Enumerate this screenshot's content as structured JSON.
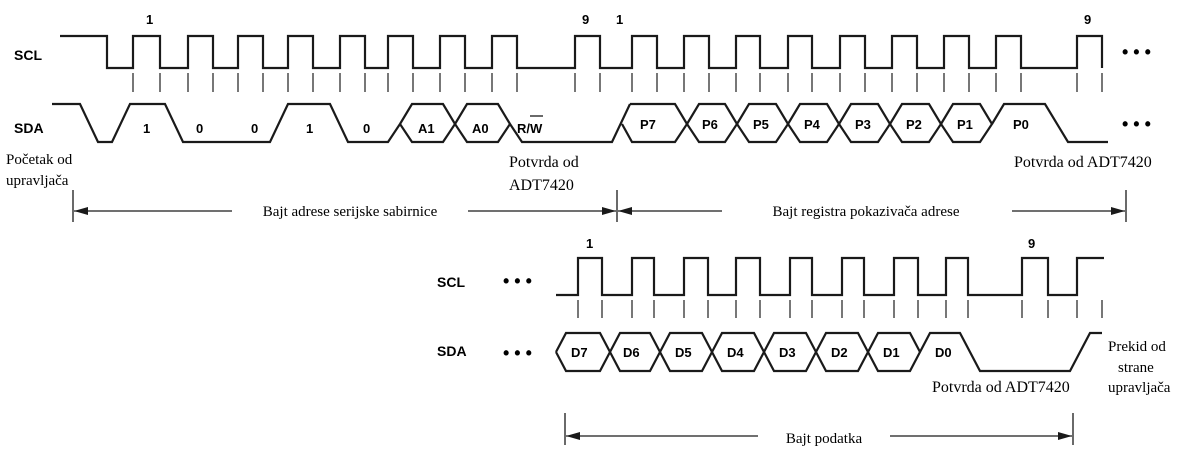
{
  "top": {
    "scl_label": "SCL",
    "sda_label": "SDA",
    "clock_1_first": "1",
    "clock_9_first": "9",
    "clock_1_second": "1",
    "clock_9_second": "9",
    "ellipsis_scl": "• • •",
    "ellipsis_sda": "• • •",
    "address_bits": [
      "1",
      "0",
      "0",
      "1",
      "0",
      "A1",
      "A0"
    ],
    "rw_label_r": "R/",
    "rw_label_w": "W",
    "pointer_bits": [
      "P7",
      "P6",
      "P5",
      "P4",
      "P3",
      "P2",
      "P1",
      "P0"
    ],
    "start_note_line1": "Početak od",
    "start_note_line2": "upravljača",
    "ack_mid_line1": "Potvrda od",
    "ack_mid_line2": "ADT7420",
    "ack_end": "Potvrda od ADT7420",
    "span_address": "Bajt adrese serijske sabirnice",
    "span_pointer": "Bajt registra pokazivača adrese"
  },
  "bottom": {
    "scl_label": "SCL",
    "sda_label": "SDA",
    "ellipsis_scl": "• • •",
    "ellipsis_sda": "• • •",
    "clock_1": "1",
    "clock_9": "9",
    "data_bits": [
      "D7",
      "D6",
      "D5",
      "D4",
      "D3",
      "D2",
      "D1",
      "D0"
    ],
    "ack_end": "Potvrda od ADT7420",
    "stop_note_line1": "Prekid od",
    "stop_note_line2": "strane",
    "stop_note_line3": "upravljača",
    "span_data": "Bajt podatka"
  }
}
